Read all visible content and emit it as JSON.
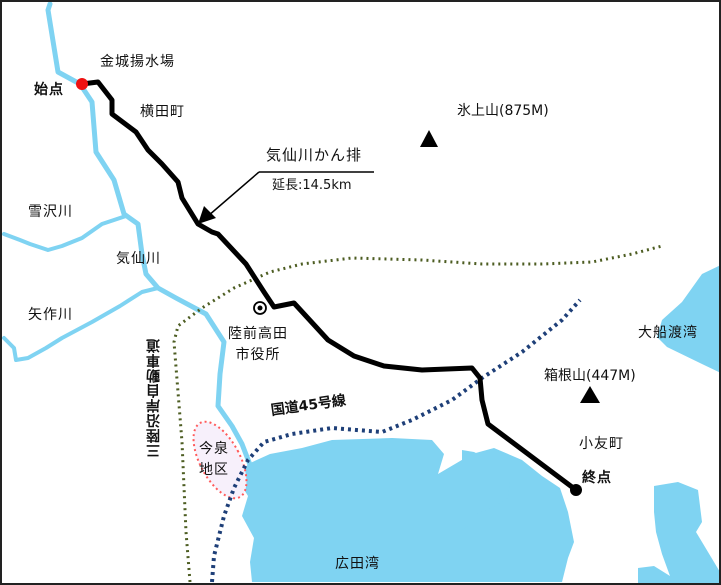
{
  "map": {
    "colors": {
      "water": "#7fd3f2",
      "pipeline": "#000000",
      "start_point": "#ee1111",
      "end_point": "#000000",
      "expressway": "#4d5d22",
      "route45": "#1e3f78",
      "district_outline": "#ff5a5a",
      "district_fill": "#f7f0fb"
    },
    "labels": {
      "intake": "金城揚水場",
      "start": "始点",
      "yokota": "横田町",
      "pipeline_name": "気仙川かん排",
      "pipeline_length": "延長:14.5km",
      "mount_hikami": "氷上山(875M)",
      "river_yukisawa": "雪沢川",
      "river_kesen": "気仙川",
      "river_yahagi": "矢作川",
      "city_hall_line1": "陸前高田",
      "city_hall_line2": "市役所",
      "ofunato_bay": "大船渡湾",
      "mount_hakone": "箱根山(447M)",
      "route45": "国道45号線",
      "expressway": "三陸沿岸自動車道",
      "imaizumi_line1": "今泉",
      "imaizumi_line2": "地区",
      "otomo": "小友町",
      "end": "終点",
      "hirota_bay": "広田湾"
    },
    "icons": {
      "mountain": "triangle-peak-icon",
      "city_hall": "double-circle-icon",
      "start": "red-dot-icon",
      "end": "black-dot-icon",
      "leader": "arrow-icon"
    }
  }
}
